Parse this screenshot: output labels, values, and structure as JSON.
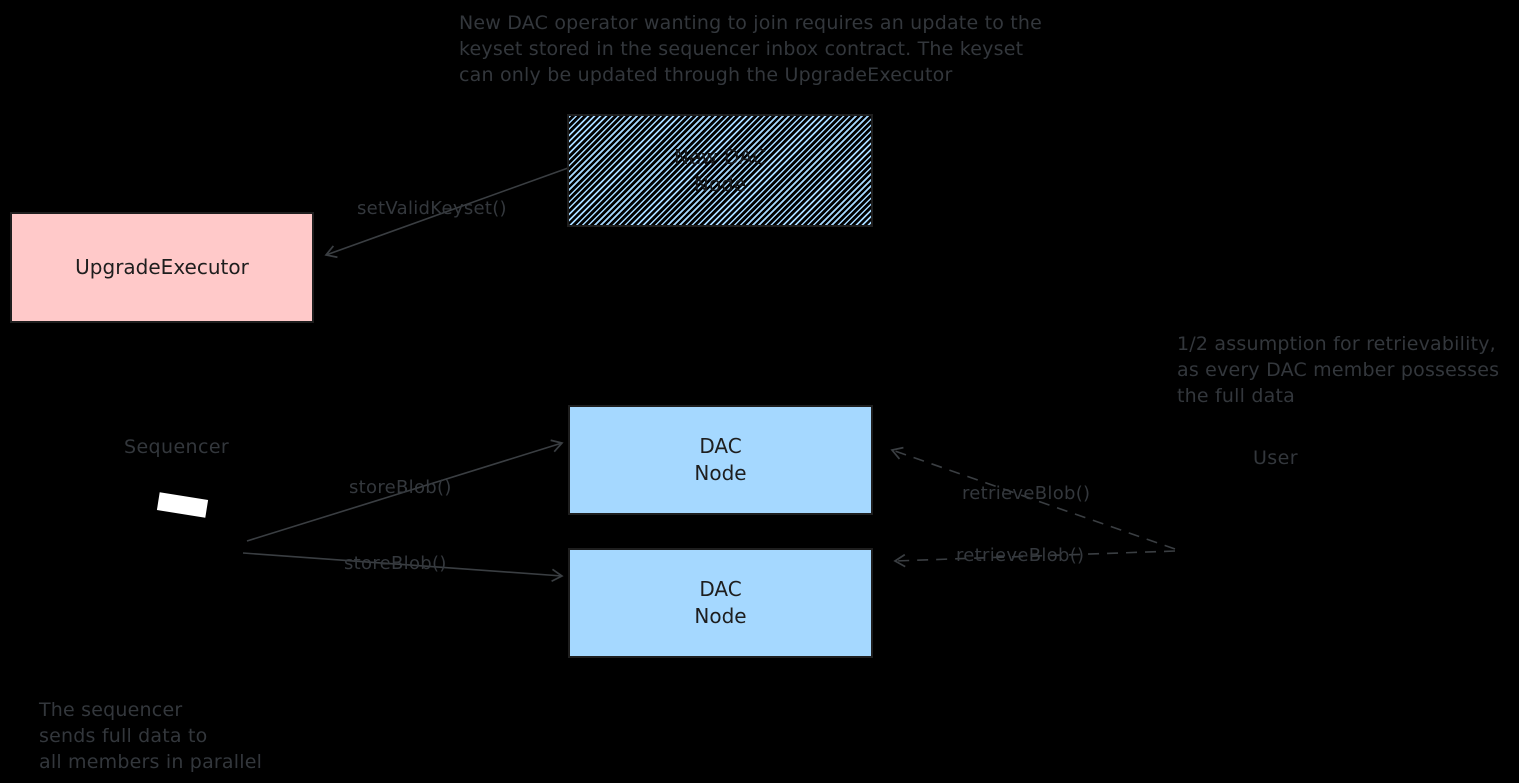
{
  "canvas": {
    "background": "#000000"
  },
  "colors": {
    "arrow_stroke": "#3a3e42",
    "note_text": "#33373c",
    "shape_border": "#1e1e1e",
    "shape_text": "#1e1e1e",
    "pink_fill": "#ffc9c9",
    "blue_fill": "#a5d8ff",
    "white_chip": "#ffffff"
  },
  "annotations": {
    "top_note": {
      "lines": [
        "New DAC operator wanting to join requires an update to the",
        "keyset stored in the sequencer inbox contract. The keyset",
        "can only be updated through the UpgradeExecutor"
      ]
    },
    "retrievability_note": {
      "lines": [
        "1/2 assumption for retrievability,",
        "as every DAC member possesses",
        "the full data"
      ]
    },
    "parallel_note": {
      "lines": [
        "The sequencer",
        "sends full data to",
        "all members in parallel"
      ]
    }
  },
  "nodes": {
    "new_dac_node": {
      "label_line1": "New DAC",
      "label_line2": "Node",
      "fill_style": "hachure-light-blue"
    },
    "upgrade_executor": {
      "label": "UpgradeExecutor",
      "fill_style": "solid-pink"
    },
    "dac_node_1": {
      "label_line1": "DAC",
      "label_line2": "Node",
      "fill_style": "solid-light-blue"
    },
    "dac_node_2": {
      "label_line1": "DAC",
      "label_line2": "Node",
      "fill_style": "solid-light-blue"
    },
    "sequencer": {
      "label": "Sequencer"
    },
    "user": {
      "label": "User"
    }
  },
  "edges": {
    "set_valid_keyset": {
      "label": "setValidKeyset()",
      "style": "solid",
      "from": "New DAC Node",
      "to": "UpgradeExecutor"
    },
    "store_blob_1": {
      "label": "storeBlob()",
      "style": "solid",
      "from": "Sequencer",
      "to": "DAC Node 1"
    },
    "store_blob_2": {
      "label": "storeBlob()",
      "style": "solid",
      "from": "Sequencer",
      "to": "DAC Node 2"
    },
    "retrieve_blob_1": {
      "label": "retrieveBlob()",
      "style": "dashed",
      "from": "User",
      "to": "DAC Node 1"
    },
    "retrieve_blob_2": {
      "label": "retrieveBlob()",
      "style": "dashed",
      "from": "User",
      "to": "DAC Node 2"
    }
  }
}
